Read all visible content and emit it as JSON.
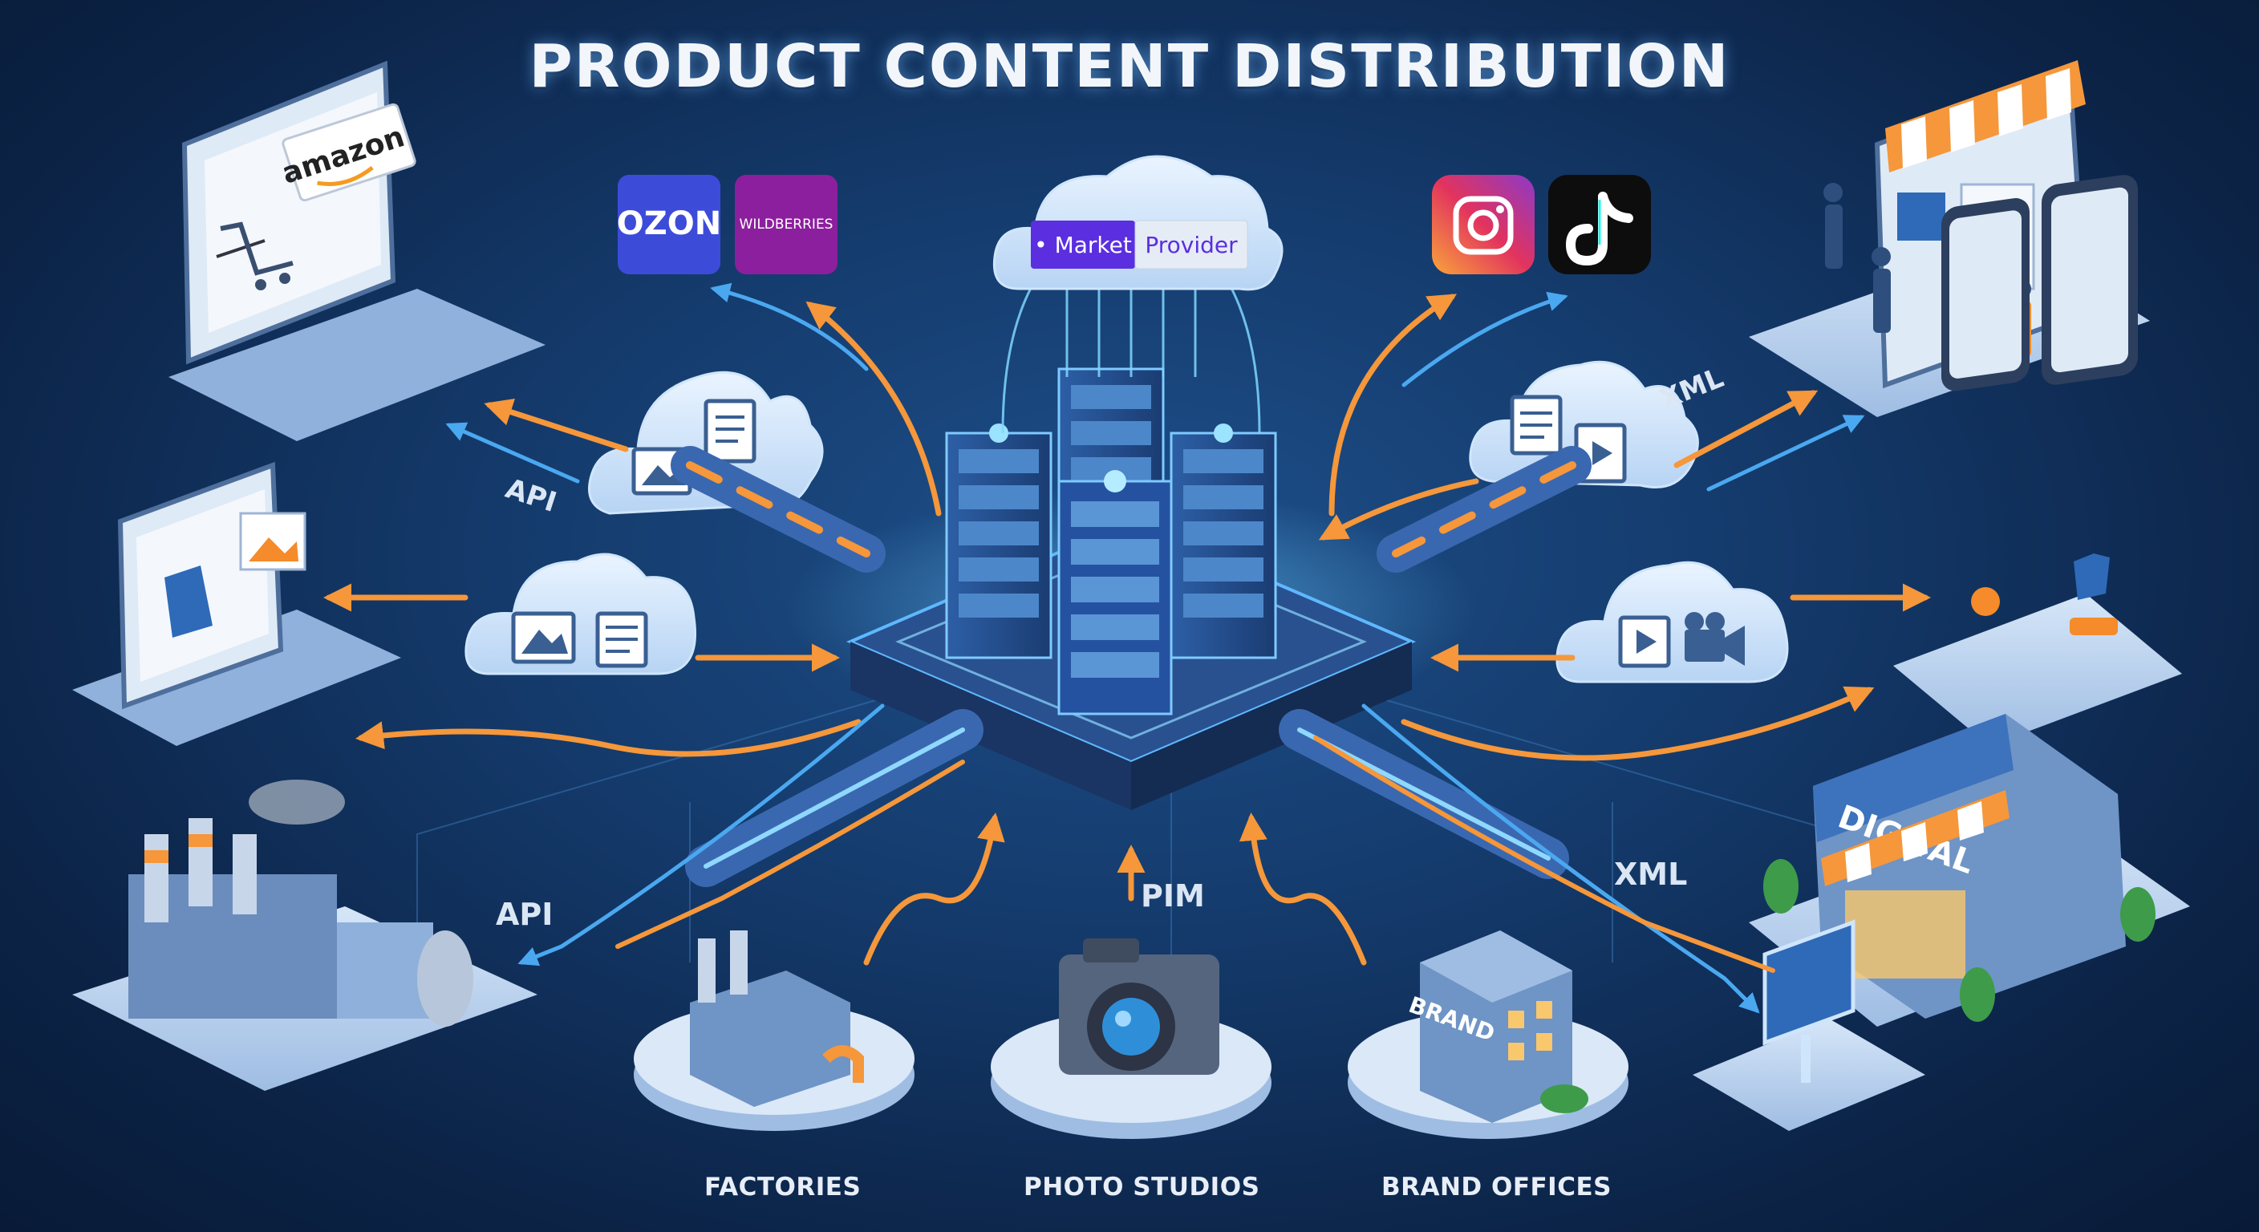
{
  "title": "PRODUCT CONTENT DISTRIBUTION",
  "hub": {
    "cloud_brand_left": "• Market",
    "cloud_brand_right": "Provider"
  },
  "marketplaces": {
    "ozon": "OZON",
    "wildberries": "WILDBERRIES",
    "amazon": "amazon"
  },
  "store_sign": "DIGITAL",
  "brand_sign": "BRAND",
  "protocols": {
    "api_top": "API",
    "api_bottom": "API",
    "xml_top": "XML",
    "xml_bottom": "XML",
    "pim": "PIM"
  },
  "sources": {
    "factories": "FACTORIES",
    "photo_studios": "PHOTO STUDIOS",
    "brand_offices": "BRAND OFFICES"
  },
  "colors": {
    "arrow_orange": "#f5973a",
    "arrow_blue": "#4aa8f0",
    "background": "#143a6b",
    "ozon_blue": "#1d56f0",
    "wildberries_purple": "#8c1f9e",
    "market_purple": "#5b2ee0"
  }
}
